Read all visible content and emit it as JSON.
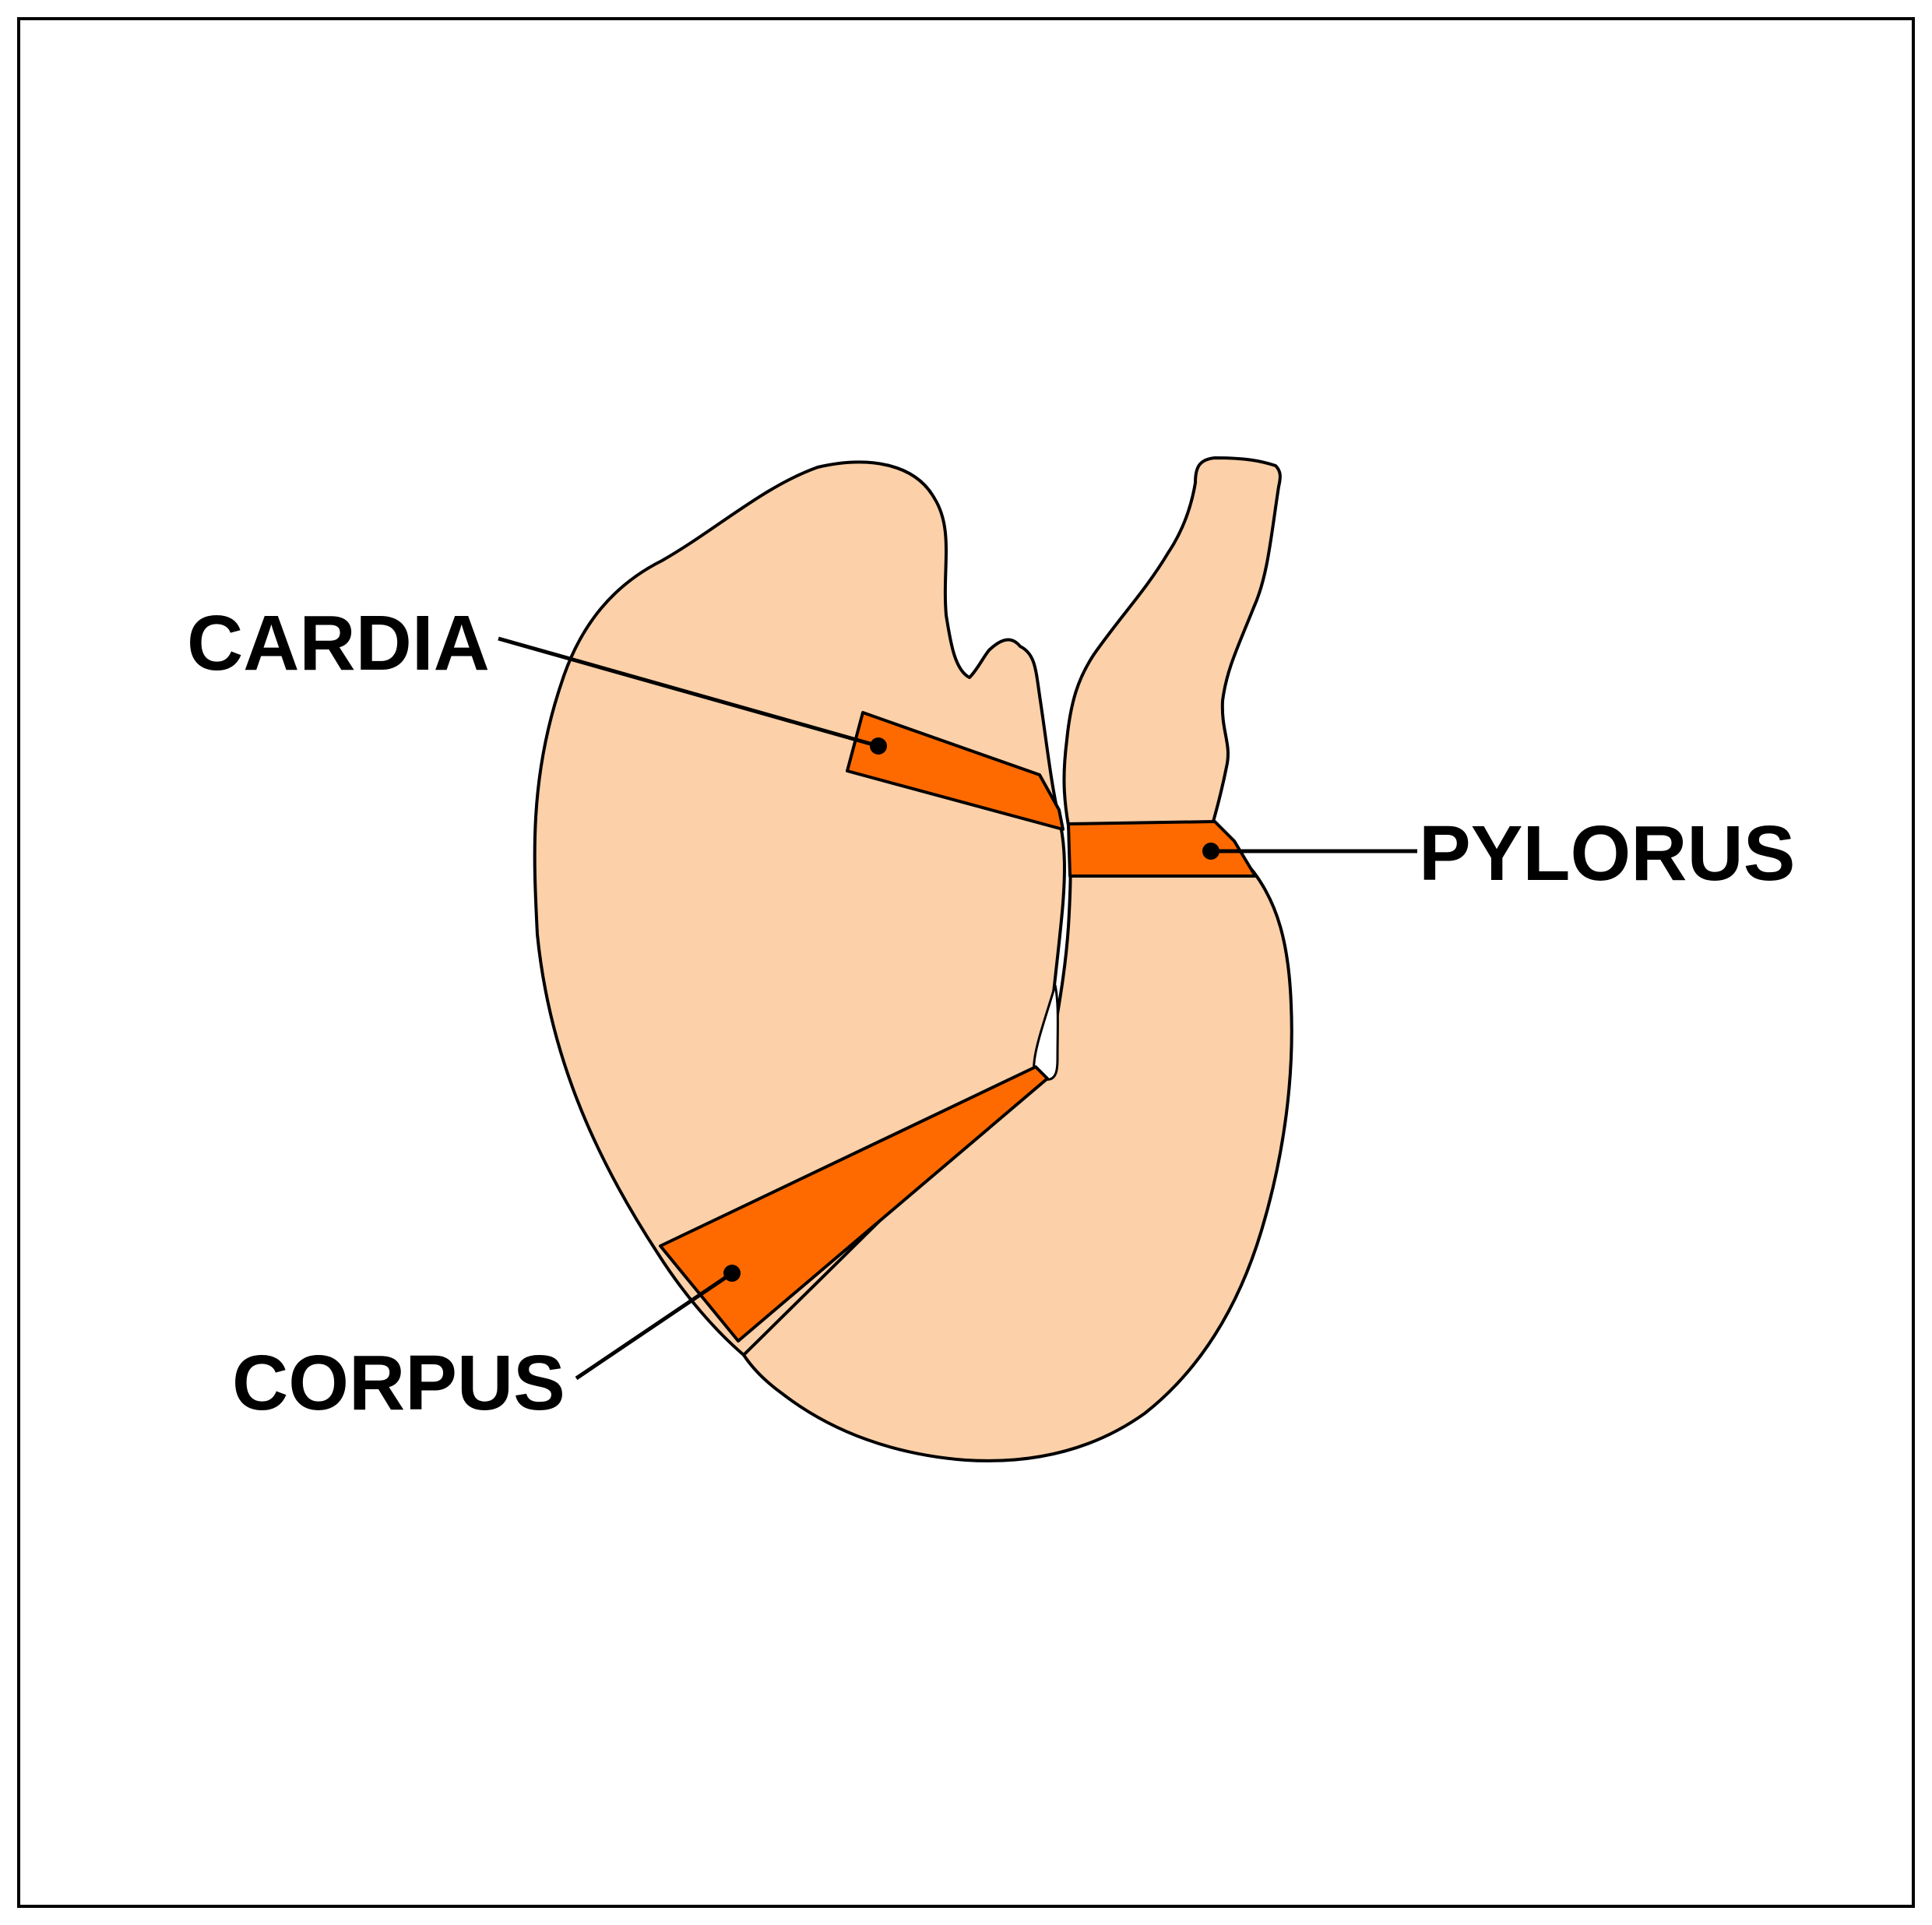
{
  "colors": {
    "background": "#ffffff",
    "frame": "#000000",
    "stomach_fill": "#fcd0a8",
    "region_fill": "#ff6a00",
    "outline": "#000000"
  },
  "labels": {
    "cardia": "CARDIA",
    "pylorus": "PYLORUS",
    "corpus": "CORPUS"
  }
}
